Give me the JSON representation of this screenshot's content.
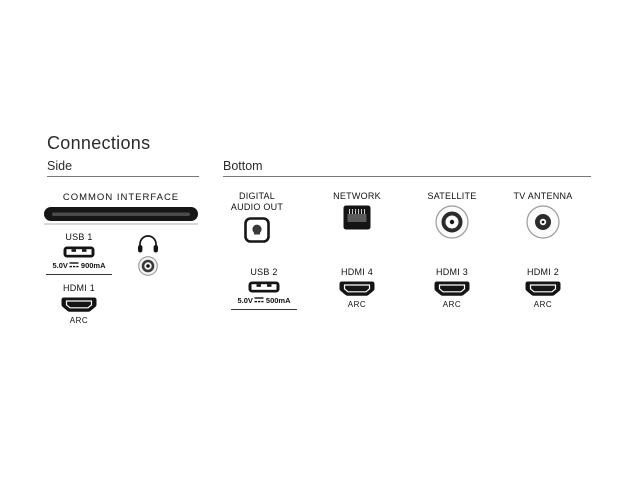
{
  "title": "Connections",
  "side": {
    "heading": "Side",
    "common_interface": {
      "label": "COMMON INTERFACE"
    },
    "usb1": {
      "label": "USB 1",
      "voltage": "5.0V",
      "current": "900mA"
    },
    "hdmi1": {
      "label": "HDMI 1",
      "sub": "ARC"
    }
  },
  "bottom": {
    "heading": "Bottom",
    "digital_audio_out": {
      "label": "DIGITAL AUDIO OUT"
    },
    "network": {
      "label": "NETWORK"
    },
    "satellite": {
      "label": "SATELLITE"
    },
    "tv_antenna": {
      "label": "TV ANTENNA"
    },
    "usb2": {
      "label": "USB 2",
      "voltage": "5.0V",
      "current": "500mA"
    },
    "hdmi4": {
      "label": "HDMI 4",
      "sub": "ARC"
    },
    "hdmi3": {
      "label": "HDMI 3",
      "sub": "ARC"
    },
    "hdmi2": {
      "label": "HDMI 2",
      "sub": "ARC"
    }
  },
  "colors": {
    "text": "#1a1a1a",
    "port_black": "#141414",
    "rule_gray": "#777777"
  }
}
